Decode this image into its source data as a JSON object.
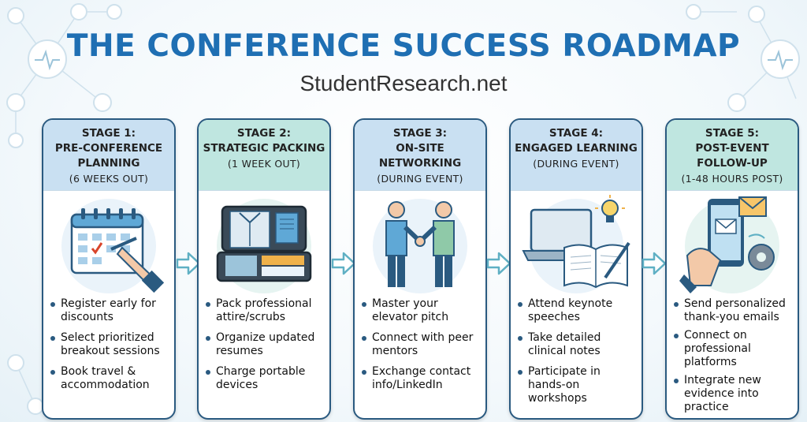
{
  "header": {
    "title": "THE CONFERENCE SUCCESS ROADMAP",
    "subtitle": "StudentResearch.net"
  },
  "colors": {
    "title": "#1f6fb3",
    "stage_border": "#2a5a80",
    "stage1_header": "#c9e0f2",
    "stage2_header": "#bfe6e0",
    "stage3_header": "#c9e0f2",
    "stage4_header": "#c9e0f2",
    "stage5_header": "#bfe6e0",
    "arrow": "#5fb0c4"
  },
  "stages": [
    {
      "label": "STAGE 1:",
      "name": "PRE-CONFERENCE PLANNING",
      "timing": "(6 WEEKS OUT)",
      "icon": "calendar-with-pen-icon",
      "bullets": [
        "Register early for discounts",
        "Select prioritized breakout sessions",
        "Book travel & accommodation"
      ]
    },
    {
      "label": "STAGE 2:",
      "name": "STRATEGIC PACKING",
      "timing": "(1 WEEK OUT)",
      "icon": "open-suitcase-icon",
      "bullets": [
        "Pack professional attire/scrubs",
        "Organize updated resumes",
        "Charge portable devices"
      ]
    },
    {
      "label": "STAGE 3:",
      "name": "ON-SITE NETWORKING",
      "timing": "(DURING EVENT)",
      "icon": "handshake-icon",
      "bullets": [
        "Master your elevator pitch",
        "Connect with peer mentors",
        "Exchange contact info/LinkedIn"
      ]
    },
    {
      "label": "STAGE 4:",
      "name": "ENGAGED LEARNING",
      "timing": "(DURING EVENT)",
      "icon": "laptop-notebook-icon",
      "bullets": [
        "Attend keynote speeches",
        "Take detailed clinical notes",
        "Participate in hands-on workshops"
      ]
    },
    {
      "label": "STAGE 5:",
      "name": "POST-EVENT FOLLOW-UP",
      "timing": "(1-48 HOURS POST)",
      "icon": "phone-email-icon",
      "bullets": [
        "Send personalized thank-you emails",
        "Connect on professional platforms",
        "Integrate new evidence into practice"
      ]
    }
  ]
}
